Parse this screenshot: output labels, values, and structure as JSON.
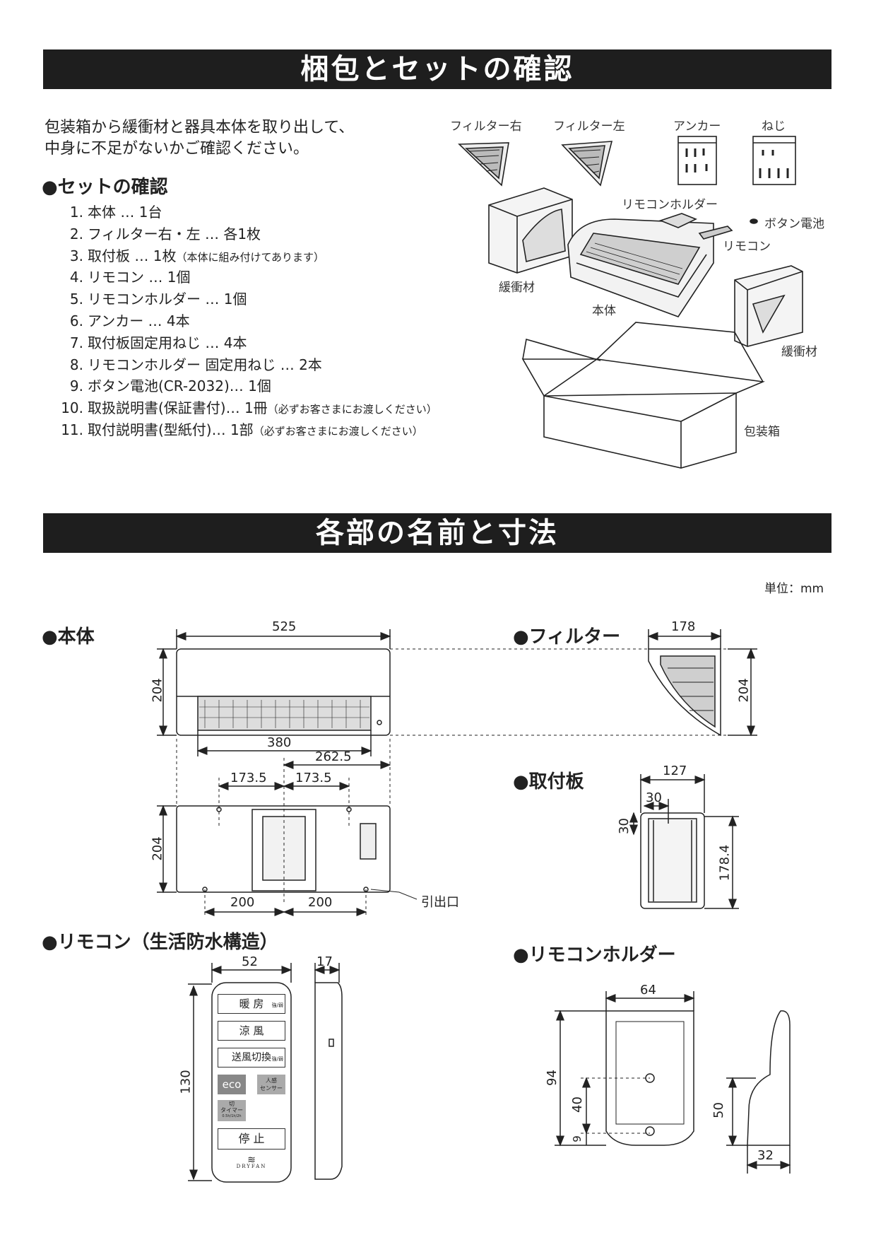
{
  "section1": {
    "title": "梱包とセットの確認",
    "intro_line1": "包装箱から緩衝材と器具本体を取り出して、",
    "intro_line2": "中身に不足がないかご確認ください。",
    "set_heading": "●セットの確認",
    "items": [
      {
        "num": "1.",
        "text": "本体 … 1台",
        "note": ""
      },
      {
        "num": "2.",
        "text": "フィルター右・左 … 各1枚",
        "note": ""
      },
      {
        "num": "3.",
        "text": "取付板 … 1枚",
        "note": "（本体に組み付けてあります）"
      },
      {
        "num": "4.",
        "text": "リモコン … 1個",
        "note": ""
      },
      {
        "num": "5.",
        "text": "リモコンホルダー … 1個",
        "note": ""
      },
      {
        "num": "6.",
        "text": "アンカー … 4本",
        "note": ""
      },
      {
        "num": "7.",
        "text": "取付板固定用ねじ … 4本",
        "note": ""
      },
      {
        "num": "8.",
        "text": "リモコンホルダー 固定用ねじ … 2本",
        "note": ""
      },
      {
        "num": "9.",
        "text": "ボタン電池(CR-2032)… 1個",
        "note": ""
      },
      {
        "num": "10.",
        "text": "取扱説明書(保証書付)… 1冊",
        "note": "（必ずお客さまにお渡しください）"
      },
      {
        "num": "11.",
        "text": "取付説明書(型紙付)… 1部",
        "note": "（必ずお客さまにお渡しください）"
      }
    ],
    "illustration_labels": {
      "filter_right": "フィルター右",
      "filter_left": "フィルター左",
      "anchor": "アンカー",
      "screw": "ねじ",
      "remote_holder": "リモコンホルダー",
      "button_battery": "ボタン電池",
      "remote": "リモコン",
      "cushion_left": "緩衝材",
      "body": "本体",
      "cushion_right": "緩衝材",
      "box": "包装箱"
    }
  },
  "section2": {
    "title": "各部の名前と寸法",
    "unit": "単位：mm",
    "body_heading": "●本体",
    "filter_heading": "●フィルター",
    "plate_heading": "●取付板",
    "remote_heading": "●リモコン（生活防水構造）",
    "holder_heading": "●リモコンホルダー",
    "outlet_label": "引出口",
    "dims": {
      "body_width": "525",
      "body_height": "204",
      "body_grille": "380",
      "rear_height": "204",
      "rear_262": "262.5",
      "rear_173_l": "173.5",
      "rear_173_r": "173.5",
      "rear_200_l": "200",
      "rear_200_r": "200",
      "filter_width": "178",
      "filter_height": "204",
      "plate_width": "127",
      "plate_30_w": "30",
      "plate_30_h": "30",
      "plate_height": "178.4",
      "remote_width": "52",
      "remote_depth": "17",
      "remote_height": "130",
      "holder_width": "64",
      "holder_height": "94",
      "holder_40": "40",
      "holder_9": "9",
      "holder_50": "50",
      "holder_32": "32"
    },
    "remote_buttons": {
      "heat": "暖 房",
      "heat_sub": "強/弱",
      "cool": "涼 風",
      "fan": "送風切換",
      "fan_sub": "強/弱",
      "eco": "eco",
      "sensor1": "人感",
      "sensor2": "センサー",
      "timer1": "切",
      "timer2": "タイマー",
      "timer3": "0.5h/1h/2h",
      "stop": "停 止",
      "brand": "DRYFAN"
    }
  },
  "colors": {
    "banner": "#1e1e1e",
    "line": "#222222"
  }
}
